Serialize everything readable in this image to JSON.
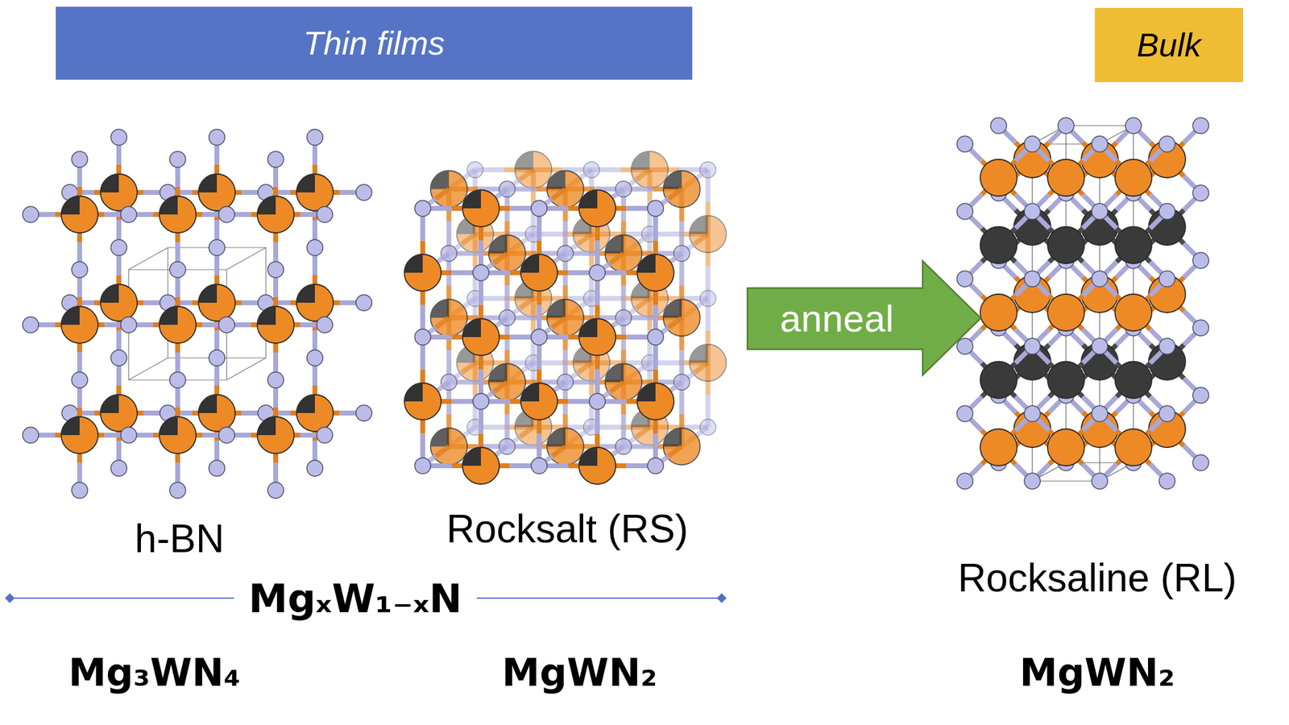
{
  "diagram": {
    "nodes": [
      {
        "text": [
          "Thin films"
        ]
      },
      {
        "text": [
          "Bulk"
        ]
      },
      {
        "text": [
          "anneal"
        ]
      }
    ],
    "labels": [
      "h-BN",
      "Rocksalt (RS)",
      "Rocksaline (RL)",
      "MgₓW₁₋ₓN",
      "Mg₃WN₄",
      "MgWN₂",
      "MgWN₂"
    ]
  }
}
